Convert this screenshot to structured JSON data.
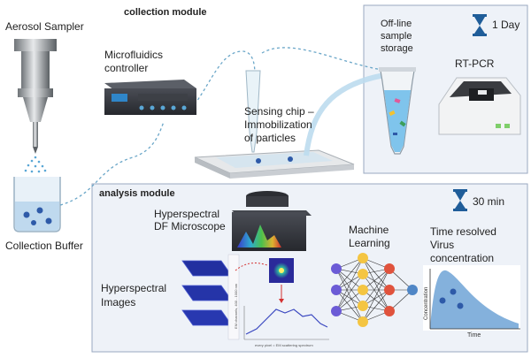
{
  "titles": {
    "collection": "collection module",
    "analysis": "analysis module"
  },
  "labels": {
    "aerosol_sampler": "Aerosol Sampler",
    "collection_buffer": "Collection Buffer",
    "microfluidics_1": "Microfluidics",
    "microfluidics_2": "controller",
    "sensing_1": "Sensing chip –",
    "sensing_2": "Immobilization",
    "sensing_3": "of particles",
    "offline_1": "Off-line",
    "offline_2": "sample",
    "offline_3": "storage",
    "rtpcr": "RT-PCR",
    "time_day": "1 Day",
    "time_30": "30 min",
    "hyperspectral_1": "Hyperspectral",
    "hyperspectral_2": "DF Microscope",
    "images_1": "Hyperspectral",
    "images_2": "Images",
    "ml_1": "Machine",
    "ml_2": "Learning",
    "virus_1": "Time resolved",
    "virus_2": "Virus",
    "virus_3": "concentration",
    "spectrum_caption": "every pixel = EM scattering spectrum",
    "spectrum_ylabel": "EM channels, 400 - 1000 nm",
    "conc_ylabel": "Concentration",
    "conc_xlabel": "Time"
  },
  "colors": {
    "panel_fill": "#eef2f8",
    "panel_border": "#9aa8c0",
    "dashed_line": "#6aa6c8",
    "hourglass": "#1f5d99",
    "curve_fill": "#6fa3d6",
    "neuron_yellow": "#f4c542",
    "neuron_red": "#e0533d",
    "neuron_purple": "#6b5bd6",
    "neuron_blue": "#4f86c6"
  },
  "icons": [
    "hourglass-icon",
    "virus-icon",
    "microscope-icon",
    "sampler-icon",
    "beaker-icon",
    "tube-icon",
    "pcr-machine-icon",
    "controller-icon",
    "chip-icon",
    "neural-network-icon"
  ]
}
